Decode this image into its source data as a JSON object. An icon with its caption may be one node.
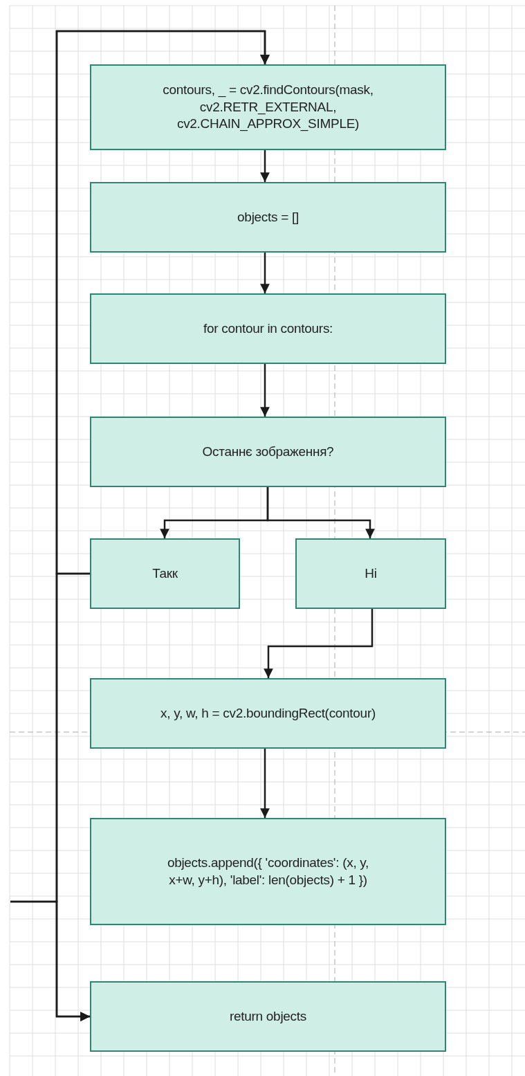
{
  "diagram": {
    "nodes": [
      {
        "text": [
          "contours, _ = cv2.findContours(mask, cv2.RETR_EXTERNAL, cv2.CHAIN_APPROX_SIMPLE)"
        ]
      },
      {
        "text": [
          "objects = []"
        ]
      },
      {
        "text": [
          "for contour in contours:"
        ]
      },
      {
        "text": [
          "Останнє зображення?"
        ]
      },
      {
        "text": [
          "Такк"
        ]
      },
      {
        "text": [
          "Ні"
        ]
      },
      {
        "text": [
          "x, y, w, h = cv2.boundingRect(contour)"
        ]
      },
      {
        "text": [
          "objects.append({ 'coordinates': (x, y, x+w, y+h), 'label': len(objects) + 1 })"
        ]
      },
      {
        "text": [
          "return objects"
        ]
      }
    ],
    "edges": [
      {
        "from": 0,
        "to": 1,
        "arrow": "to"
      },
      {
        "from": 1,
        "to": 2,
        "arrow": "to"
      },
      {
        "from": 2,
        "to": 3,
        "arrow": "to"
      },
      {
        "from": 3,
        "to": 4,
        "arrow": "to"
      },
      {
        "from": 3,
        "to": 5,
        "arrow": "to"
      },
      {
        "from": 5,
        "to": 6,
        "arrow": "to"
      },
      {
        "from": 6,
        "to": 7,
        "arrow": "to"
      },
      {
        "from": 4,
        "to": 0,
        "arrow": "to"
      },
      {
        "from": 4,
        "to": 8,
        "arrow": "to"
      },
      {
        "from": null,
        "to": 0,
        "arrow": "to"
      },
      {
        "from": null,
        "to": 8,
        "arrow": "to"
      }
    ]
  }
}
